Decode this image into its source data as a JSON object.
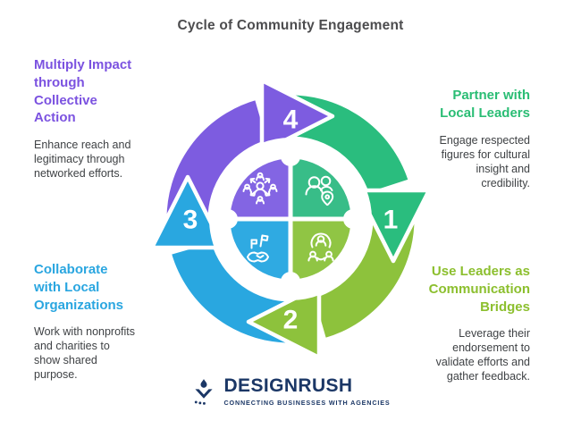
{
  "title": "Cycle of Community Engagement",
  "title_color": "#4c4c4e",
  "body_text_color": "#3f4245",
  "steps": [
    {
      "number": "1",
      "heading": "Partner with\nLocal Leaders",
      "body": "Engage respected\nfigures for cultural\ninsight and\ncredibility.",
      "heading_color": "#2abd74",
      "arc_color": "#2abd7e",
      "quad_color": "#38bd88",
      "icon": "partners-location-icon"
    },
    {
      "number": "2",
      "heading": "Use Leaders as\nCommunication\nBridges",
      "body": "Leverage their\nendorsement to\nvalidate efforts and\ngather feedback.",
      "heading_color": "#8cbf2e",
      "arc_color": "#8dc23c",
      "quad_color": "#90c544",
      "icon": "community-network-icon"
    },
    {
      "number": "3",
      "heading": "Collaborate\nwith Local\nOrganizations",
      "body": "Work with nonprofits\nand charities to\nshow shared\npurpose.",
      "heading_color": "#2aa6e0",
      "arc_color": "#29a7e0",
      "quad_color": "#2faae2",
      "icon": "handshake-flags-icon"
    },
    {
      "number": "4",
      "heading": "Multiply Impact\nthrough\nCollective\nAction",
      "body": "Enhance reach and\nlegitimacy through\nnetworked efforts.",
      "heading_color": "#7b52e0",
      "arc_color": "#7d5ce0",
      "quad_color": "#8365e3",
      "icon": "impact-network-icon"
    }
  ],
  "footer": {
    "brand": "DESIGNRUSH",
    "tagline": "CONNECTING BUSINESSES WITH AGENCIES",
    "color": "#1b3766",
    "icon": "designrush-flame-icon"
  }
}
